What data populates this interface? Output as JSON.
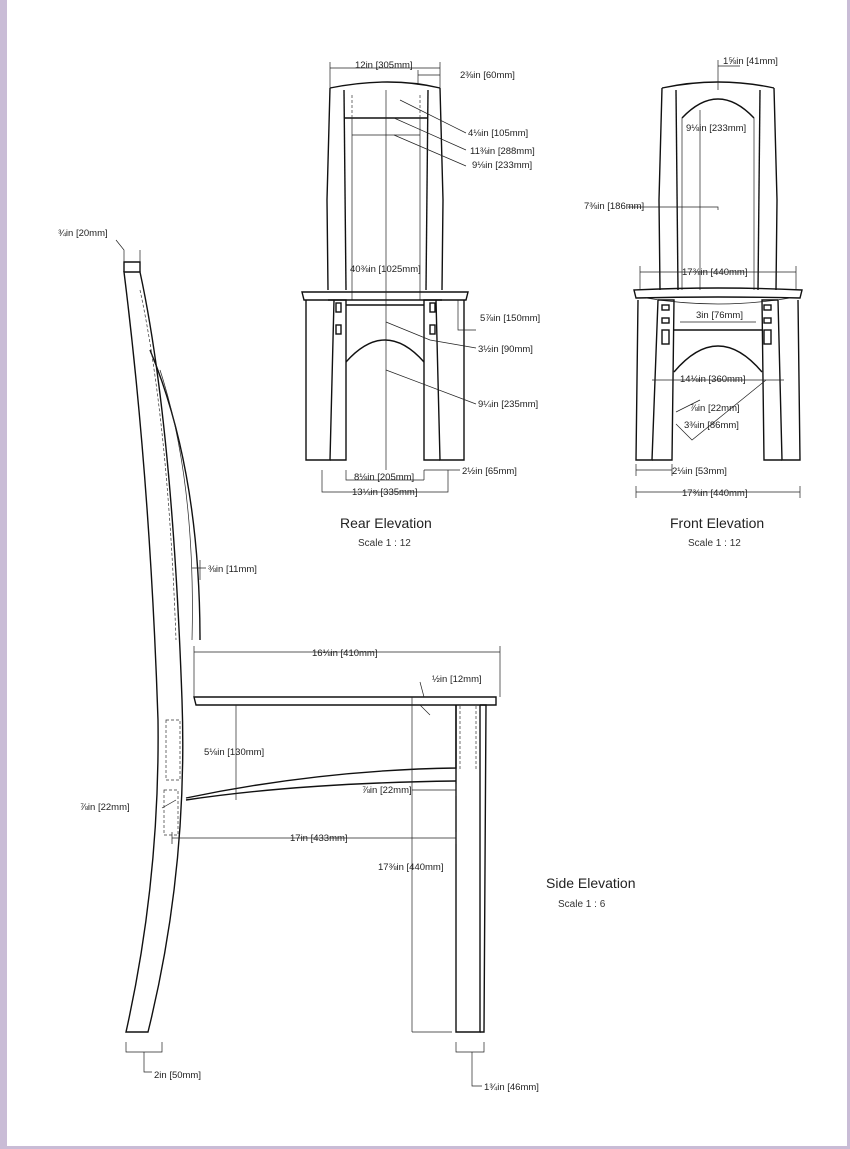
{
  "colors": {
    "page_border": "#c9bcd6",
    "ink": "#111111"
  },
  "rear": {
    "title": "Rear Elevation",
    "scale": "Scale  1 : 12",
    "dims": {
      "d1": "12in [305mm]",
      "d2": "2⅜in [60mm]",
      "d3": "4⅛in [105mm]",
      "d4": "11⅜in [288mm]",
      "d5": "9⅛in [233mm]",
      "d6": "40⅜in [1025mm]",
      "d7": "5⅞in [150mm]",
      "d8": "3½in [90mm]",
      "d9": "9¼in [235mm]",
      "d10": "8⅛in [205mm]",
      "d11": "2½in [65mm]",
      "d12": "13¼in [335mm]"
    }
  },
  "front": {
    "title": "Front Elevation",
    "scale": "Scale  1 : 12",
    "dims": {
      "d1": "1⅝in [41mm]",
      "d2": "9⅛in [233mm]",
      "d3": "7⅜in [186mm]",
      "d4": "17⅜in [440mm]",
      "d5": "3in [76mm]",
      "d6": "14⅛in [360mm]",
      "d7": "⅞in [22mm]",
      "d8": "3⅜in [86mm]",
      "d9": "2⅛in [53mm]",
      "d10": "17⅜in [440mm]"
    }
  },
  "side": {
    "title": "Side Elevation",
    "scale": "Scale  1 : 6",
    "dims": {
      "d1": "¾in [20mm]",
      "d2": "⅜in [11mm]",
      "d3": "16⅛in [410mm]",
      "d4": "½in [12mm]",
      "d5": "5⅛in [130mm]",
      "d6": "⅞in [22mm]",
      "d7": "⅞in [22mm]",
      "d8": "17in [433mm]",
      "d9": "17⅜in [440mm]",
      "d10": "2in [50mm]",
      "d11": "1¾in [46mm]"
    }
  }
}
